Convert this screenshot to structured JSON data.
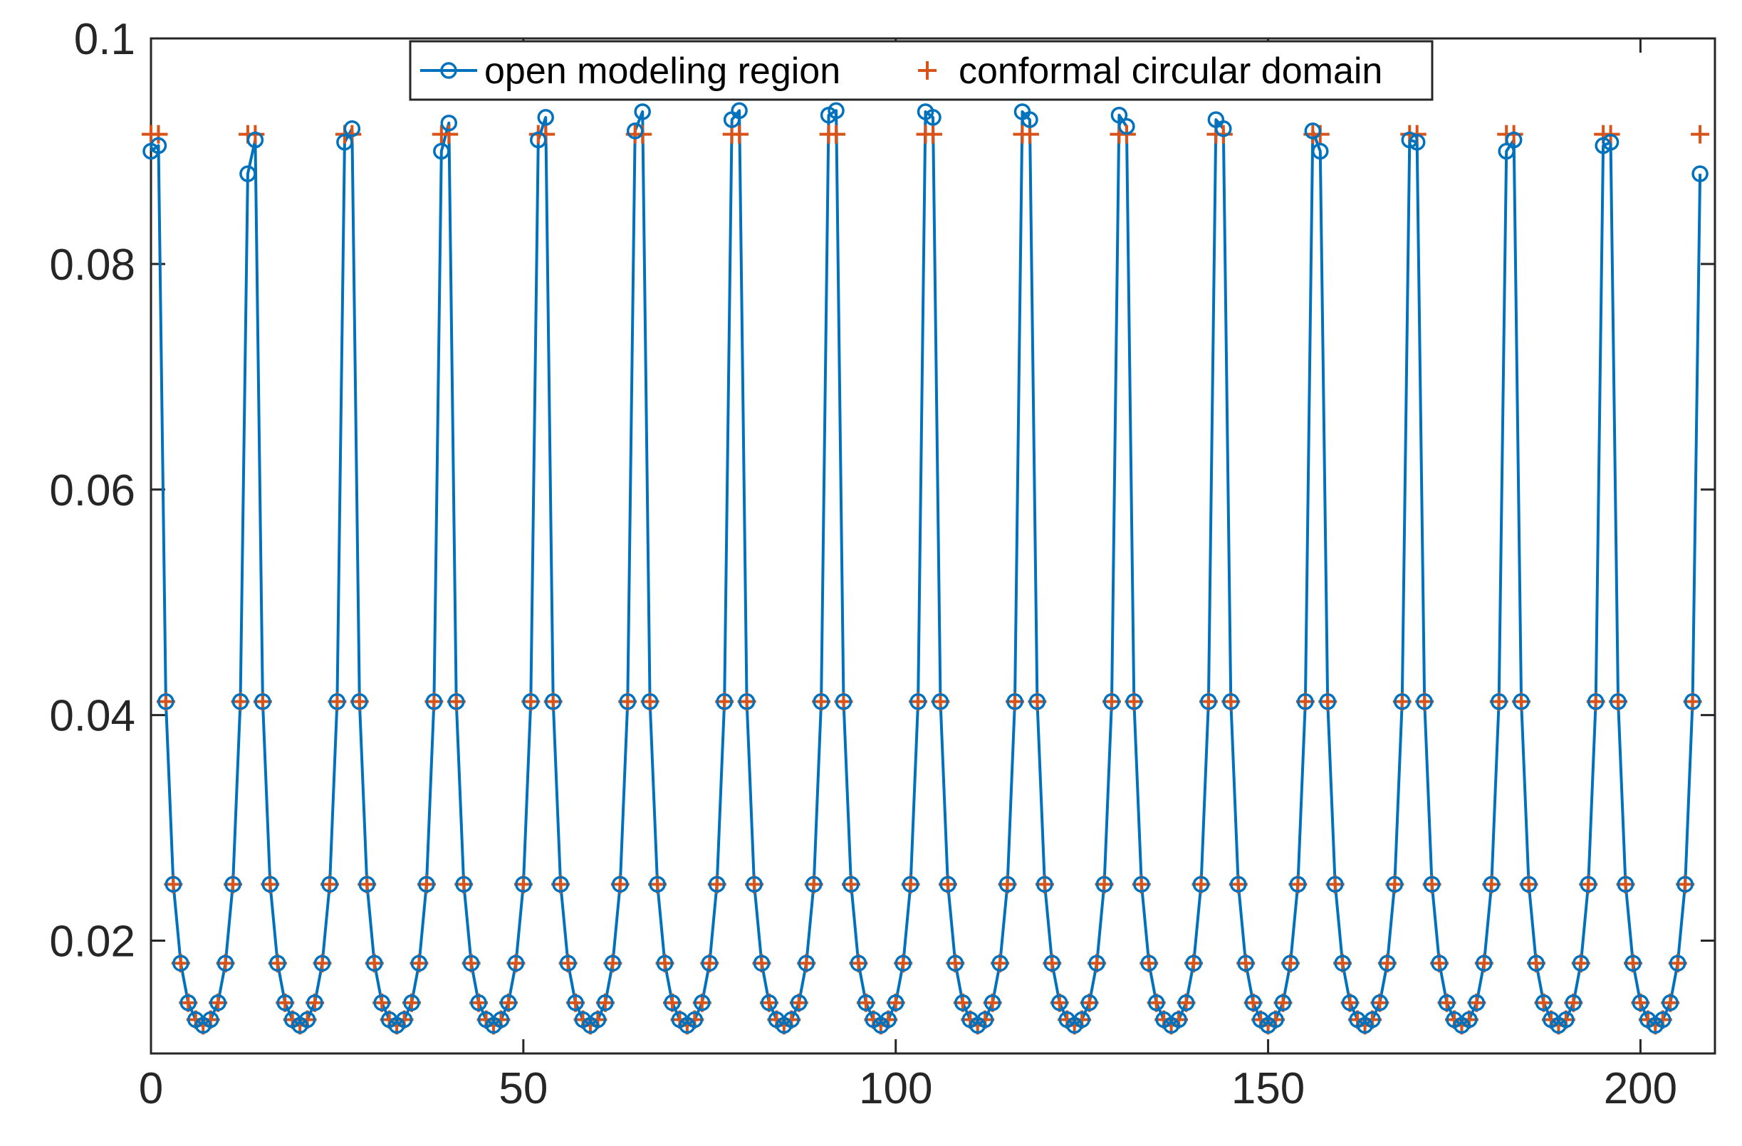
{
  "chart_data": {
    "type": "line",
    "title": "",
    "xlabel": "",
    "ylabel": "",
    "xlim": [
      0,
      210
    ],
    "ylim": [
      0.01,
      0.1
    ],
    "xticks": [
      0,
      50,
      100,
      150,
      200
    ],
    "xtick_labels": [
      "0",
      "50",
      "100",
      "150",
      "200"
    ],
    "yticks": [
      0.02,
      0.04,
      0.06,
      0.08,
      0.1
    ],
    "ytick_labels": [
      "0.02",
      "0.04",
      "0.06",
      "0.08",
      "0.1"
    ],
    "grid": false,
    "legend_position": "top-center",
    "period": 13,
    "profile": [
      0.0412,
      0.025,
      0.018,
      0.0145,
      0.013,
      0.0125,
      0.013,
      0.0145,
      0.018,
      0.025,
      0.0412
    ],
    "series": [
      {
        "name": "open modeling region",
        "color": "#0072BD",
        "marker": "circle",
        "line": true,
        "peaks": [
          0.09,
          0.088,
          0.0908,
          0.09,
          0.091,
          0.0918,
          0.0928,
          0.0932,
          0.0935,
          0.0935,
          0.0932,
          0.0928,
          0.0918,
          0.091,
          0.09,
          0.0905,
          0.088
        ],
        "shoulders": [
          0.0905,
          0.091,
          0.092,
          0.0925,
          0.093,
          0.0935,
          0.0936,
          0.0936,
          0.093,
          0.0928,
          0.0922,
          0.092,
          0.09,
          0.0908,
          0.091,
          0.0908
        ]
      },
      {
        "name": "conformal circular domain",
        "color": "#D95319",
        "marker": "plus",
        "line": false,
        "peak_value": 0.0915
      }
    ]
  }
}
